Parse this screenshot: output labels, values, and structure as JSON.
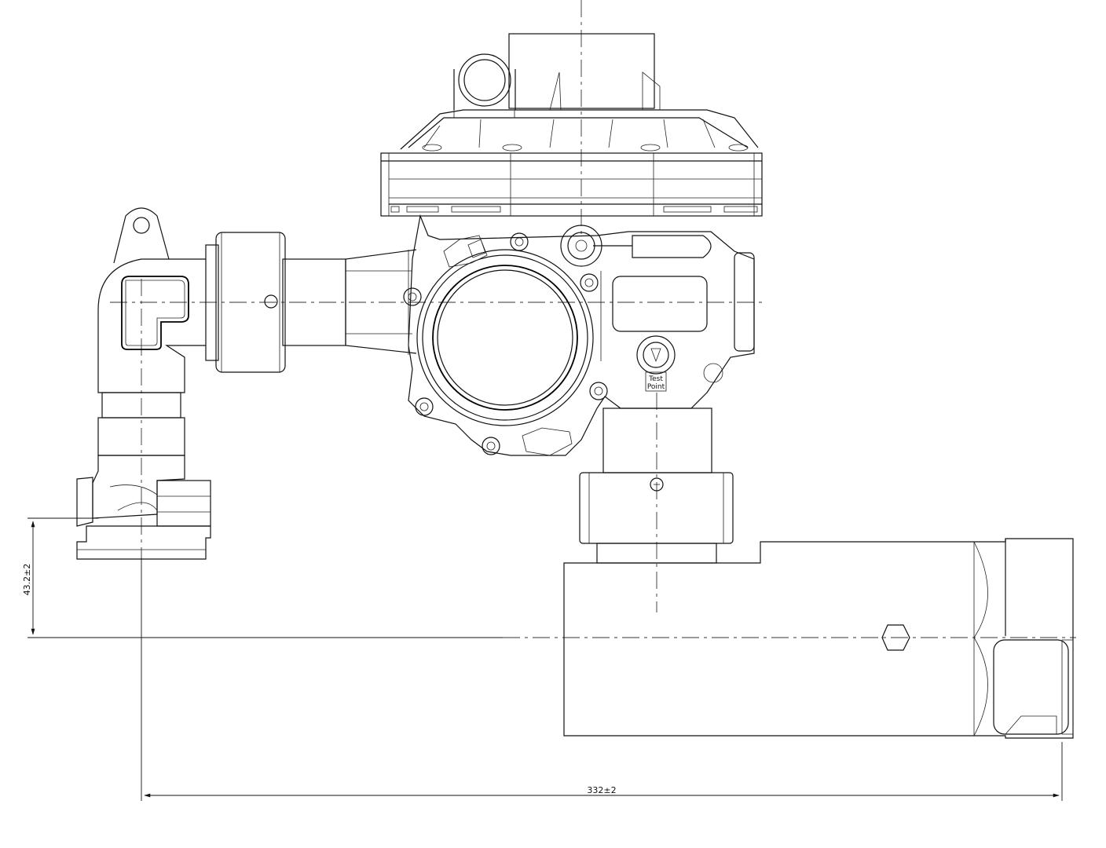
{
  "drawing": {
    "title": "",
    "test_point_label_line1": "Test",
    "test_point_label_line2": "Point"
  },
  "dimensions": {
    "vertical": "43.2±2",
    "horizontal": "332±2"
  }
}
